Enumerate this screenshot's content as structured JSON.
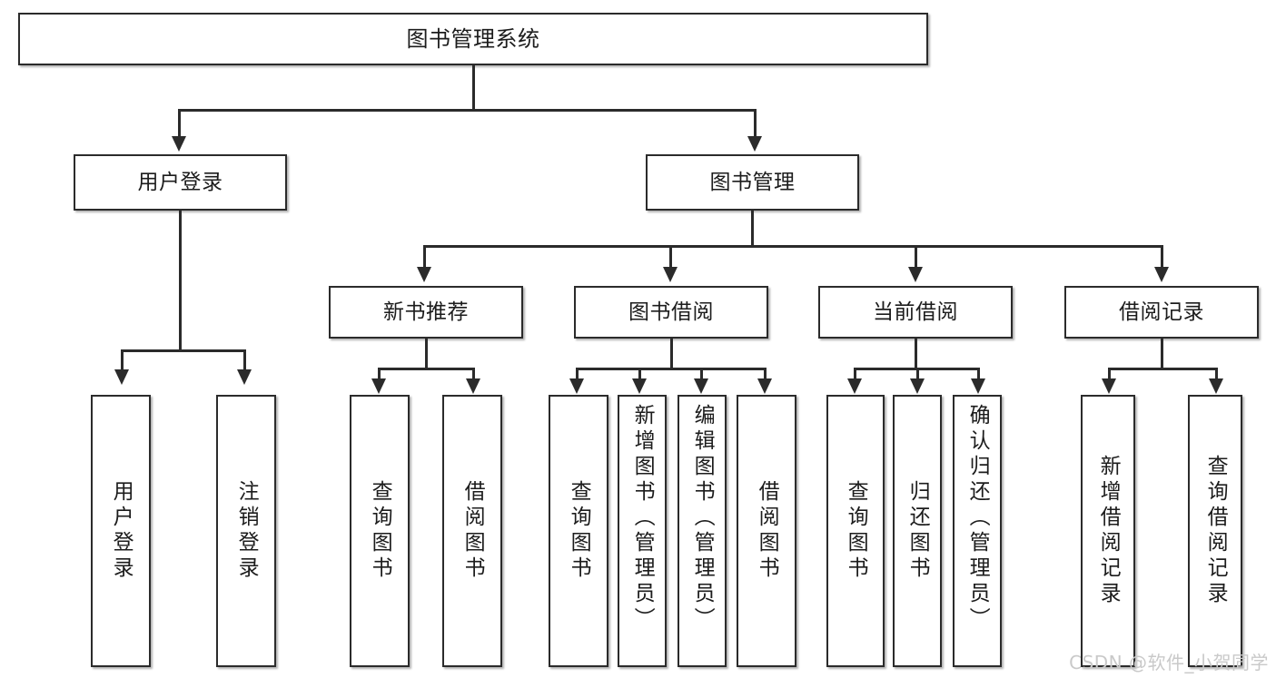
{
  "diagram": {
    "type": "tree-hierarchy",
    "title": "图书管理系统",
    "watermark": "CSDN @软件_小贺同学",
    "colors": {
      "box_border": "#2b2b2b",
      "box_fill": "#ffffff",
      "connector": "#2b2b2b",
      "text": "#1c1c1c",
      "watermark": "#c9c9c9",
      "background": "#ffffff"
    },
    "levels": {
      "level1": [
        "图书管理系统"
      ],
      "level2": [
        "用户登录",
        "图书管理"
      ],
      "level3": [
        "新书推荐",
        "图书借阅",
        "当前借阅",
        "借阅记录"
      ],
      "level4": [
        "用户登录",
        "注销登录",
        "查询图书",
        "借阅图书",
        "查询图书",
        "新增图书（管理员）",
        "编辑图书（管理员）",
        "借阅图书",
        "查询图书",
        "归还图书",
        "确认归还（管理员）",
        "新增借阅记录",
        "查询借阅记录"
      ]
    },
    "nodes": {
      "root": {
        "label": "图书管理系统"
      },
      "user_login": {
        "label": "用户登录"
      },
      "book_manage": {
        "label": "图书管理"
      },
      "new_book_rec": {
        "label": "新书推荐"
      },
      "book_borrow": {
        "label": "图书借阅"
      },
      "current_borrow": {
        "label": "当前借阅"
      },
      "borrow_record": {
        "label": "借阅记录"
      },
      "leaf_user_login": {
        "label": "用户登录"
      },
      "leaf_logout": {
        "label": "注销登录"
      },
      "leaf_query_book_a": {
        "label": "查询图书"
      },
      "leaf_borrow_book_a": {
        "label": "借阅图书"
      },
      "leaf_query_book_b": {
        "label": "查询图书"
      },
      "leaf_add_book": {
        "label": "新增图书（管理员）"
      },
      "leaf_edit_book": {
        "label": "编辑图书（管理员）"
      },
      "leaf_borrow_book_b": {
        "label": "借阅图书"
      },
      "leaf_query_book_c": {
        "label": "查询图书"
      },
      "leaf_return_book": {
        "label": "归还图书"
      },
      "leaf_confirm_return": {
        "label": "确认归还（管理员）"
      },
      "leaf_add_record": {
        "label": "新增借阅记录"
      },
      "leaf_query_record": {
        "label": "查询借阅记录"
      }
    },
    "edges": [
      {
        "from": "图书管理系统",
        "to": "用户登录"
      },
      {
        "from": "图书管理系统",
        "to": "图书管理"
      },
      {
        "from": "用户登录",
        "to": "用户登录"
      },
      {
        "from": "用户登录",
        "to": "注销登录"
      },
      {
        "from": "图书管理",
        "to": "新书推荐"
      },
      {
        "from": "图书管理",
        "to": "图书借阅"
      },
      {
        "from": "图书管理",
        "to": "当前借阅"
      },
      {
        "from": "图书管理",
        "to": "借阅记录"
      },
      {
        "from": "新书推荐",
        "to": "查询图书"
      },
      {
        "from": "新书推荐",
        "to": "借阅图书"
      },
      {
        "from": "图书借阅",
        "to": "查询图书"
      },
      {
        "from": "图书借阅",
        "to": "新增图书（管理员）"
      },
      {
        "from": "图书借阅",
        "to": "编辑图书（管理员）"
      },
      {
        "from": "图书借阅",
        "to": "借阅图书"
      },
      {
        "from": "当前借阅",
        "to": "查询图书"
      },
      {
        "from": "当前借阅",
        "to": "归还图书"
      },
      {
        "from": "当前借阅",
        "to": "确认归还（管理员）"
      },
      {
        "from": "借阅记录",
        "to": "新增借阅记录"
      },
      {
        "from": "借阅记录",
        "to": "查询借阅记录"
      }
    ]
  }
}
